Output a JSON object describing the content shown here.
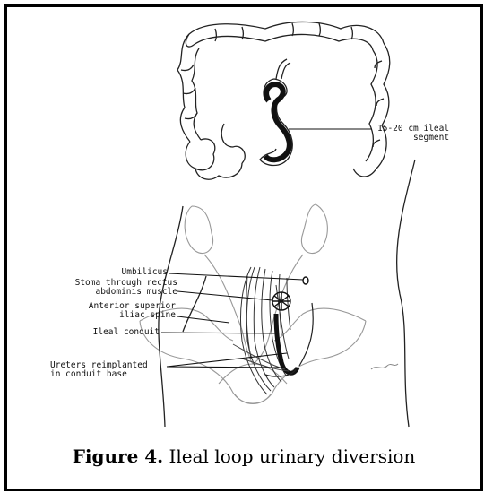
{
  "labels": {
    "ileal_segment_line1": "15-20 cm ileal",
    "ileal_segment_line2": "segment",
    "umbilicus": "Umbilicus",
    "stoma_line1": "Stoma through rectus",
    "stoma_line2": "abdominis muscle",
    "anterior_line1": "Anterior superior",
    "anterior_line2": "iliac spine",
    "ileal_conduit": "Ileal conduit",
    "ureters_line1": "Ureters reimplanted",
    "ureters_line2": "in conduit base"
  },
  "caption": {
    "prefix": "Figure 4.",
    "text": " Ileal loop urinary diversion"
  }
}
